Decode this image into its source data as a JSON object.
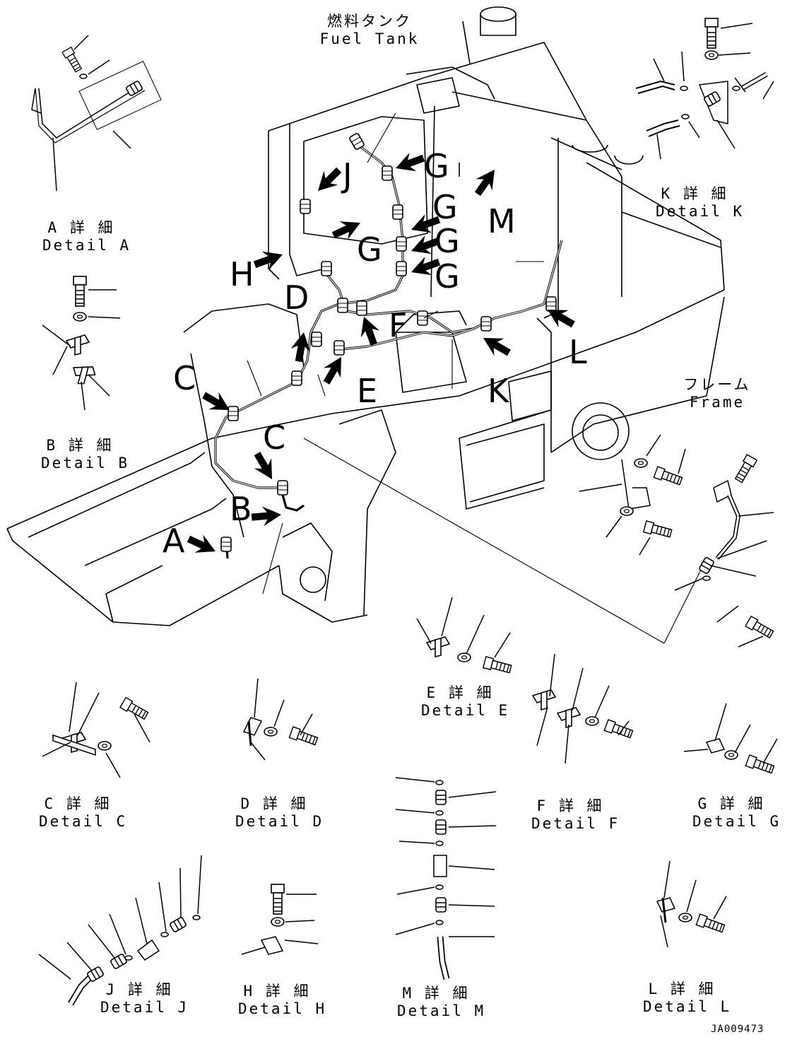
{
  "labels": {
    "fuel_tank": {
      "jp": "燃料タンク",
      "en": "Fuel Tank"
    },
    "frame": {
      "jp": "フレーム",
      "en": "Frame"
    },
    "detail_a": {
      "jp": "A 詳 細",
      "en": "Detail A"
    },
    "detail_b": {
      "jp": "B 詳 細",
      "en": "Detail B"
    },
    "detail_c": {
      "jp": "C 詳 細",
      "en": "Detail C"
    },
    "detail_d": {
      "jp": "D 詳 細",
      "en": "Detail D"
    },
    "detail_e": {
      "jp": "E 詳 細",
      "en": "Detail E"
    },
    "detail_f": {
      "jp": "F 詳 細",
      "en": "Detail F"
    },
    "detail_g": {
      "jp": "G 詳 細",
      "en": "Detail G"
    },
    "detail_h": {
      "jp": "H 詳 細",
      "en": "Detail H"
    },
    "detail_j": {
      "jp": "J 詳 細",
      "en": "Detail J"
    },
    "detail_k": {
      "jp": "K 詳 細",
      "en": "Detail K"
    },
    "detail_l": {
      "jp": "L 詳 細",
      "en": "Detail L"
    },
    "detail_m": {
      "jp": "M 詳 細",
      "en": "Detail M"
    }
  },
  "callouts": {
    "a": "A",
    "b": "B",
    "c1": "C",
    "c2": "C",
    "d": "D",
    "e": "E",
    "f": "F",
    "g1": "G",
    "g2": "G",
    "g3": "G",
    "g4": "G",
    "g5": "G",
    "h": "H",
    "j": "J",
    "k": "K",
    "l": "L",
    "m": "M"
  },
  "drawing_code": "JA009473"
}
